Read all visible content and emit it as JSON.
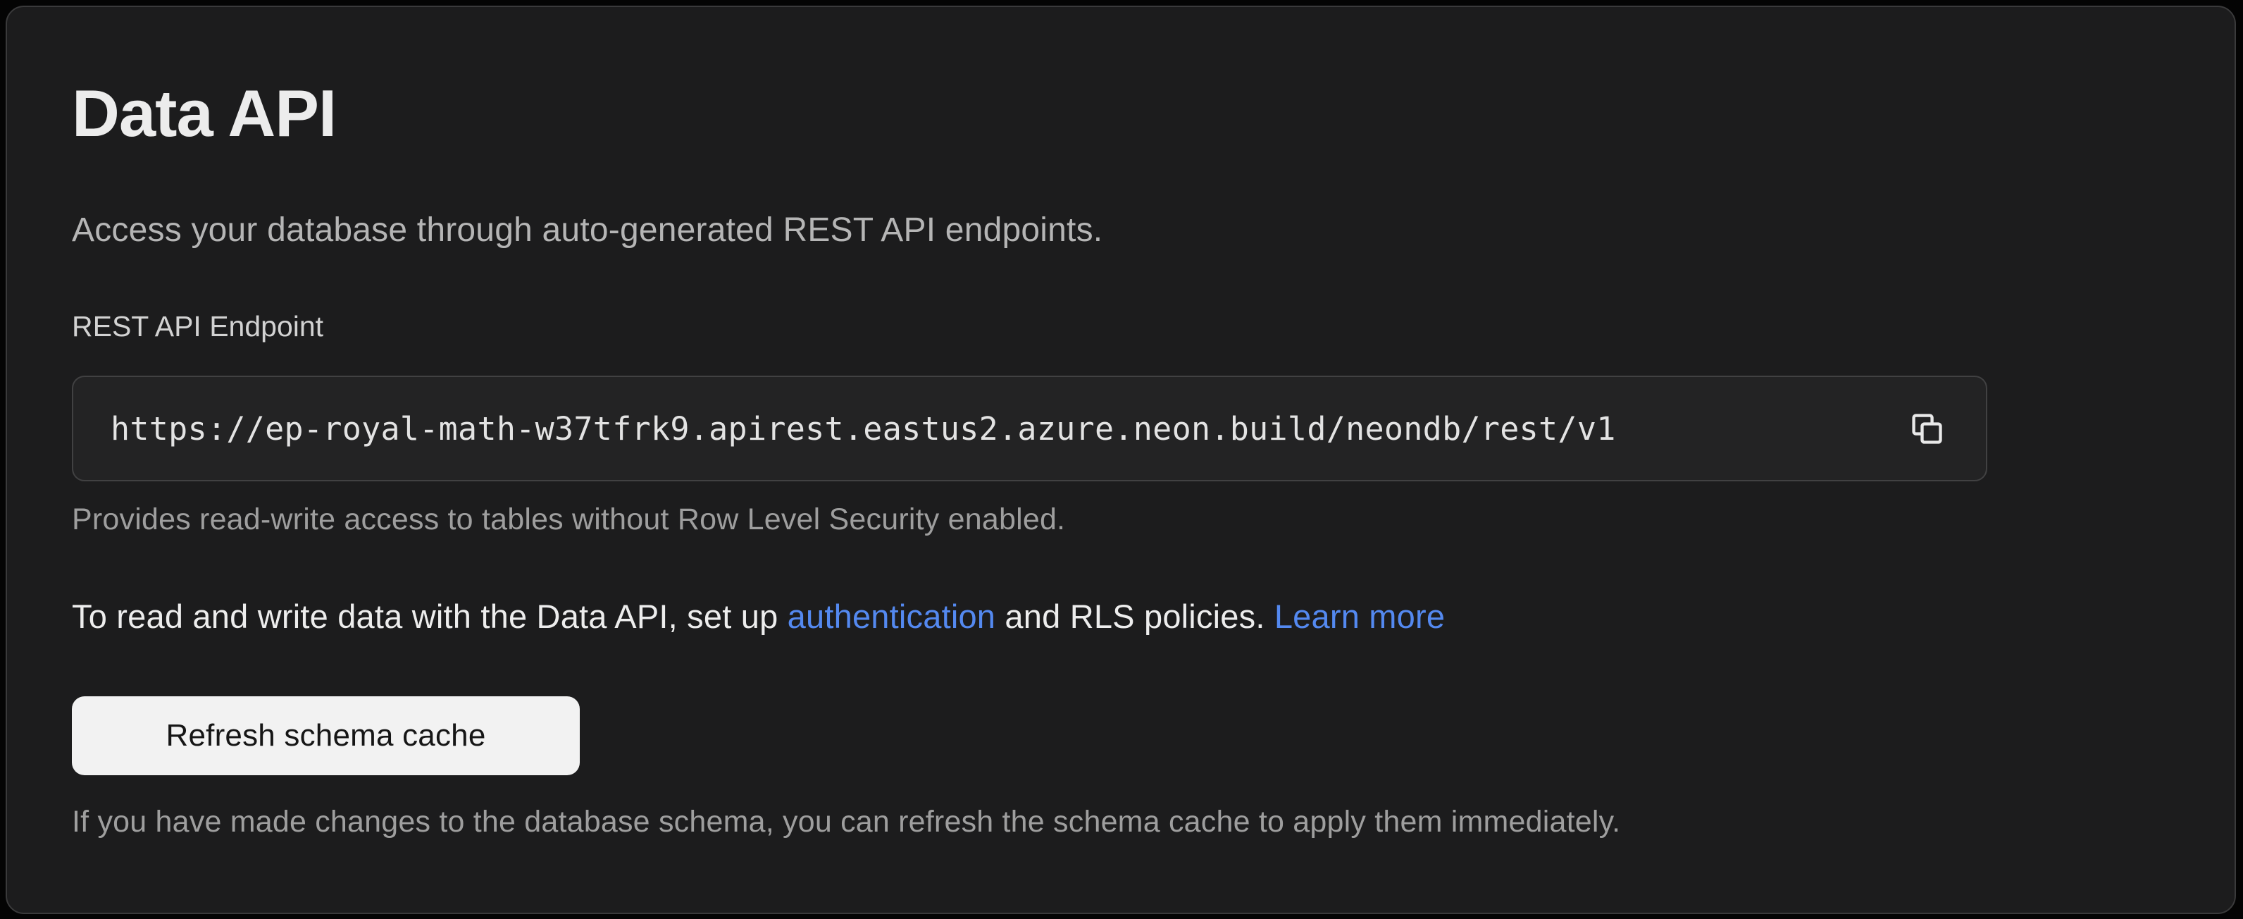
{
  "panel": {
    "title": "Data API",
    "description": "Access your database through auto-generated REST API endpoints.",
    "endpoint": {
      "label": "REST API Endpoint",
      "url": "https://ep-royal-math-w37tfrk9.apirest.eastus2.azure.neon.build/neondb/rest/v1",
      "copy_icon": "copy-icon",
      "helper": "Provides read-write access to tables without Row Level Security enabled."
    },
    "auth_note": {
      "text_before_auth_link": "To read and write data with the Data API, set up ",
      "auth_link": "authentication",
      "text_between_links": " and RLS policies. ",
      "learn_more_link": "Learn more"
    },
    "refresh": {
      "button_label": "Refresh schema cache",
      "helper": "If you have made changes to the database schema, you can refresh the schema cache to apply them immediately."
    },
    "colors": {
      "link": "#5489f0",
      "button_bg": "#f2f2f2",
      "panel_bg": "#1c1c1d",
      "field_bg": "#232324"
    }
  }
}
